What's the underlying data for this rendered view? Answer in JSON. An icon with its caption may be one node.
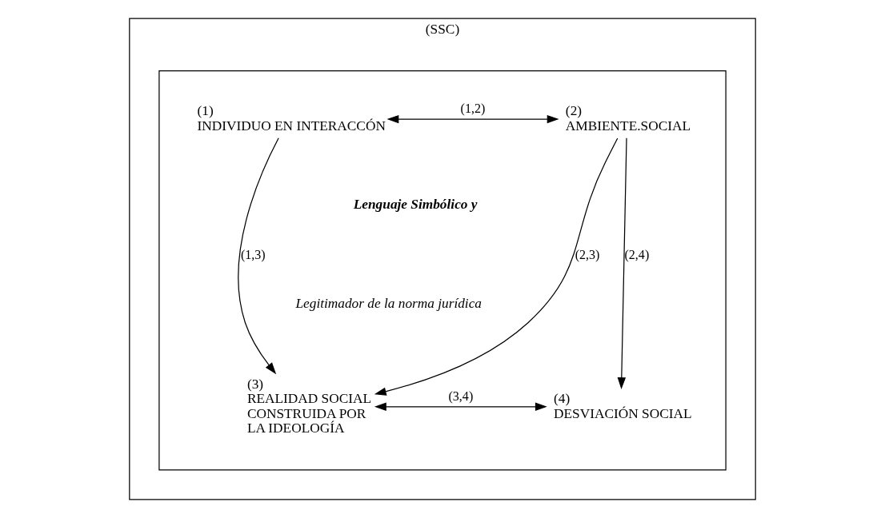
{
  "diagram": {
    "nodes": [
      {
        "text": [
          "(SSC)"
        ]
      },
      {
        "text": [],
        "shape": "box",
        "in": 0
      },
      {
        "text": [
          "(1)",
          "INDIVIDUO EN INTERACCÓN"
        ],
        "in": 1
      },
      {
        "text": [
          "(2)",
          "AMBIENTE.SOCIAL"
        ],
        "in": 1
      },
      {
        "text": [
          "(3)",
          "REALIDAD SOCIAL CONSTRUIDA POR LA IDEOLOGÍA"
        ],
        "in": 1
      },
      {
        "text": [
          "(4)",
          "DESVIACIÓN SOCIAL"
        ],
        "in": 1
      }
    ],
    "edges": [
      {
        "from": 2,
        "to": 3,
        "arrow": "both",
        "label": "(1,2)"
      },
      {
        "from": 2,
        "to": 4,
        "arrow": "to",
        "label": "(1,3)"
      },
      {
        "from": 3,
        "to": 4,
        "arrow": "to",
        "label": "(2,3)"
      },
      {
        "from": 3,
        "to": 5,
        "arrow": "to",
        "label": "(2,4)"
      },
      {
        "from": 4,
        "to": 5,
        "arrow": "both",
        "label": "(3,4)"
      }
    ],
    "labels": [
      "Lenguaje Simbólico y",
      "Legitimador de la norma jurídica"
    ]
  }
}
